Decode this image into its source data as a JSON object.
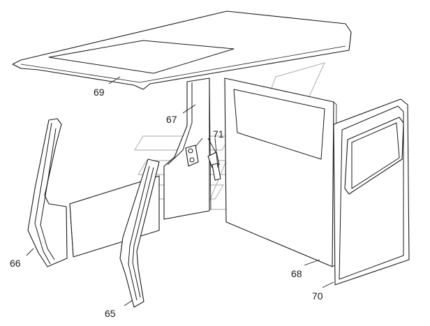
{
  "callouts": {
    "roof": "69",
    "panel_left_pillar": "67",
    "fasteners": "71",
    "left_pillar_front": "66",
    "left_pillar_rear": "65",
    "door_panel": "68",
    "door_frame": "70"
  }
}
